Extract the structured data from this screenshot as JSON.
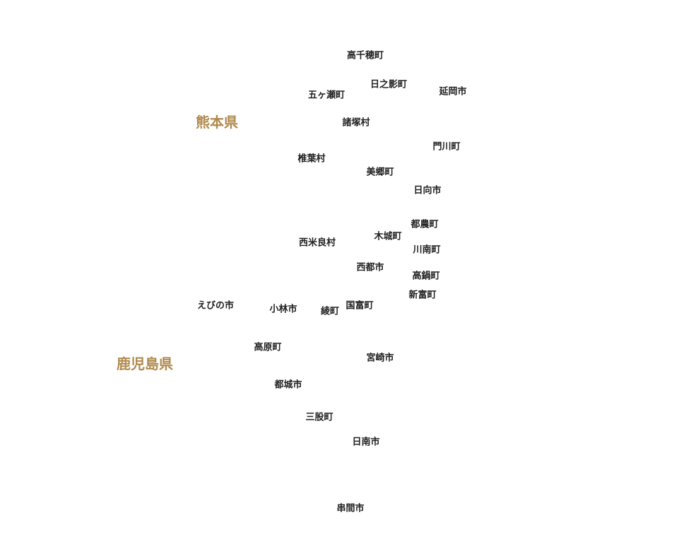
{
  "colors": {
    "municipality_text": "#222222",
    "prefecture_text": "#b08a4e",
    "background": "#ffffff"
  },
  "prefectures": {
    "kumamoto": "熊本県",
    "kagoshima": "鹿児島県"
  },
  "municipalities": {
    "takachiho": "高千穂町",
    "hinokage": "日之影町",
    "gokase": "五ヶ瀬町",
    "nobeoka": "延岡市",
    "morotsuka": "諸塚村",
    "kadogawa": "門川町",
    "shiiba": "椎葉村",
    "misato": "美郷町",
    "hyuga": "日向市",
    "tsuno": "都農町",
    "kijo": "木城町",
    "nishimera": "西米良村",
    "kawaminami": "川南町",
    "saito": "西都市",
    "takanabe": "高鍋町",
    "shintomi": "新富町",
    "ebino": "えびの市",
    "kobayashi": "小林市",
    "aya": "綾町",
    "kunitomi": "国富町",
    "takaharu": "高原町",
    "miyazaki": "宮崎市",
    "miyakonojo": "都城市",
    "mimata": "三股町",
    "nichinan": "日南市",
    "kushima": "串間市"
  }
}
